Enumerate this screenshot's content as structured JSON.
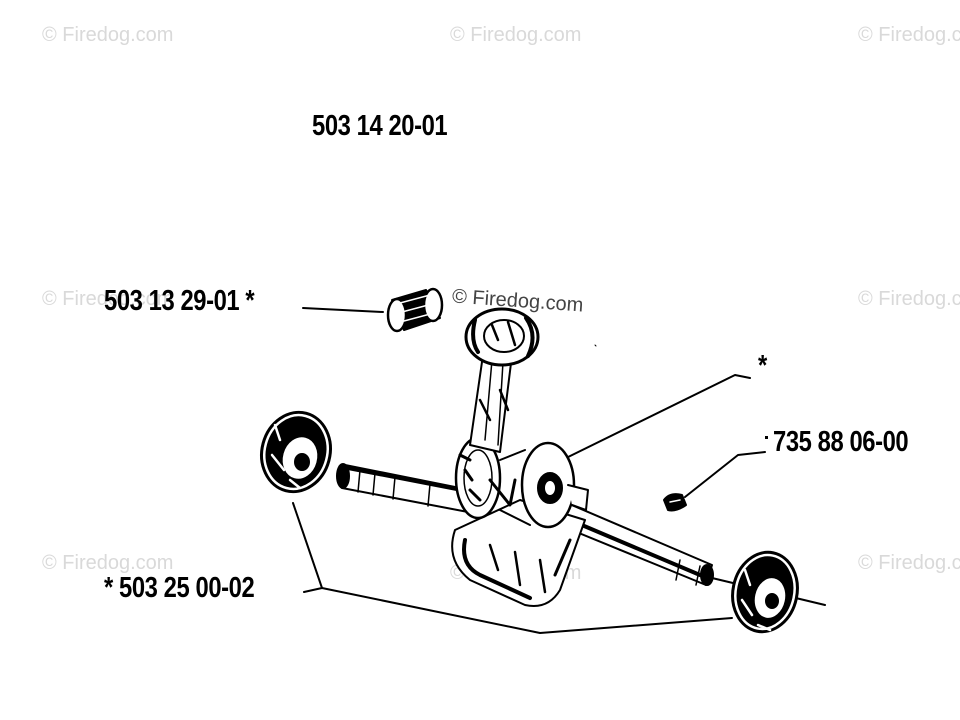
{
  "watermark": "© Firedog.com",
  "parts": {
    "crankshaft_assembly": "503 14 20-01",
    "needle_bearing": "503 13 29-01  *",
    "ball_bearing": "*  503 25 00-02",
    "key": "735 88 06-00",
    "asterisk": "*"
  },
  "colors": {
    "ink": "#000000",
    "watermark": "#d9d9d9",
    "background": "#ffffff"
  }
}
